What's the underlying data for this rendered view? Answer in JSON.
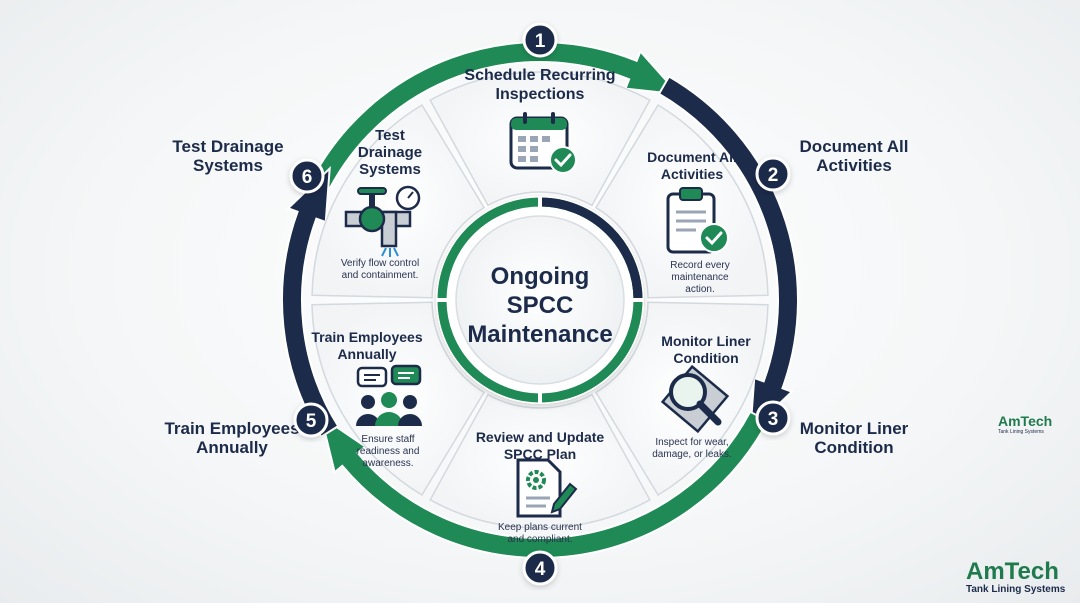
{
  "center": {
    "line1": "Ongoing",
    "line2": "SPCC",
    "line3": "Maintenance"
  },
  "steps": [
    {
      "number": "1",
      "title_lines": [
        "Schedule Recurring",
        "Inspections"
      ],
      "description_lines": [],
      "outer_lines": [],
      "icon": "calendar-check-icon"
    },
    {
      "number": "2",
      "title_lines": [
        "Document All",
        "Activities"
      ],
      "description_lines": [
        "Record every",
        "maintenance",
        "action."
      ],
      "outer_lines": [
        "Document All",
        "Activities"
      ],
      "icon": "clipboard-check-icon"
    },
    {
      "number": "3",
      "title_lines": [
        "Monitor Liner",
        "Condition"
      ],
      "description_lines": [
        "Inspect for wear,",
        "damage, or leaks."
      ],
      "outer_lines": [
        "Monitor Liner",
        "Condition"
      ],
      "icon": "magnifier-liner-icon"
    },
    {
      "number": "4",
      "title_lines": [
        "Review and Update",
        "SPCC Plan"
      ],
      "description_lines": [
        "Keep plans current",
        "and compliant."
      ],
      "outer_lines": [],
      "icon": "document-gear-icon"
    },
    {
      "number": "5",
      "title_lines": [
        "Train Employees",
        "Annually"
      ],
      "description_lines": [
        "Ensure staff",
        "readiness and",
        "awareness."
      ],
      "outer_lines": [
        "Train Employees",
        "Annually"
      ],
      "icon": "team-chat-icon"
    },
    {
      "number": "6",
      "title_lines": [
        "Test",
        "Drainage",
        "Systems"
      ],
      "description_lines": [
        "Verify flow control",
        "and containment."
      ],
      "outer_lines": [
        "Test Drainage",
        "Systems"
      ],
      "icon": "valve-gauge-icon"
    }
  ],
  "logos": {
    "small": {
      "name": "AmTech",
      "tagline": "Tank Lining Systems"
    },
    "main": {
      "name": "AmTech",
      "tagline": "Tank Lining Systems"
    }
  },
  "colors": {
    "navy": "#1c2b4a",
    "green": "#1f8a55",
    "light_green": "#3fb47a",
    "white": "#ffffff"
  }
}
